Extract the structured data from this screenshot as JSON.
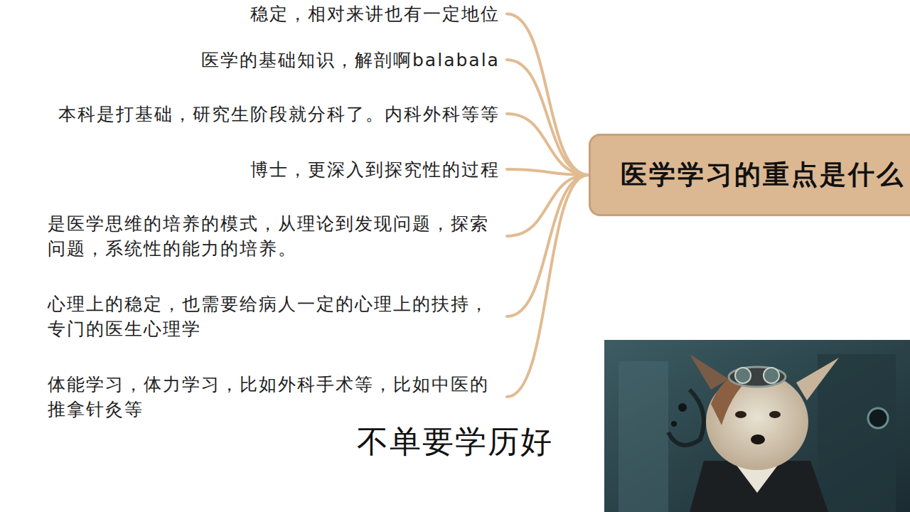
{
  "diagram": {
    "nodes": [
      {
        "text": [
          "医学学习的重点是什么"
        ]
      },
      {
        "text": [
          "稳定，相对来讲也有一定地位"
        ]
      },
      {
        "text": [
          "医学的基础知识，解剖啊balabala"
        ]
      },
      {
        "text": [
          "本科是打基础，研究生阶段就分科了。内科外科等等"
        ]
      },
      {
        "text": [
          "博士，更深入到探究性的过程"
        ]
      },
      {
        "text": [
          "是医学思维的培养的模式，从理论到发现问题，探索问题，系统性的能力的培养。"
        ]
      },
      {
        "text": [
          "心理上的稳定，也需要给病人一定的心理上的扶持，专门的医生心理学"
        ]
      },
      {
        "text": [
          "体能学习，体力学习，比如外科手术等，比如中医的推拿针灸等"
        ]
      }
    ],
    "edges": [
      {
        "from": 0,
        "to": 1,
        "arrow": "none"
      },
      {
        "from": 0,
        "to": 2,
        "arrow": "none"
      },
      {
        "from": 0,
        "to": 3,
        "arrow": "none"
      },
      {
        "from": 0,
        "to": 4,
        "arrow": "none"
      },
      {
        "from": 0,
        "to": 5,
        "arrow": "none"
      },
      {
        "from": 0,
        "to": 6,
        "arrow": "none"
      },
      {
        "from": 0,
        "to": 7,
        "arrow": "none"
      }
    ],
    "labels": [
      "不单要学历好"
    ]
  }
}
